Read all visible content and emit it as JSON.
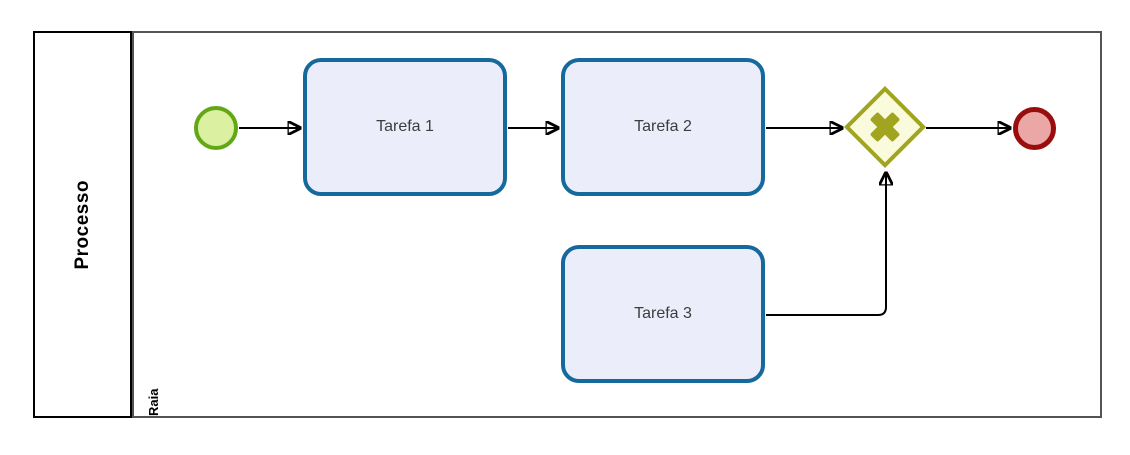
{
  "diagram": {
    "type": "bpmn-process",
    "pool": {
      "label": "Processo"
    },
    "lane": {
      "label": "Raia"
    },
    "nodes": {
      "start_event": {
        "type": "start-event",
        "label": ""
      },
      "task1": {
        "type": "task",
        "label": "Tarefa 1"
      },
      "task2": {
        "type": "task",
        "label": "Tarefa 2"
      },
      "task3": {
        "type": "task",
        "label": "Tarefa 3"
      },
      "gateway": {
        "type": "exclusive-gateway",
        "marker": "X",
        "label": ""
      },
      "end_event": {
        "type": "end-event",
        "label": ""
      }
    },
    "flows": [
      {
        "from": "start_event",
        "to": "task1"
      },
      {
        "from": "task1",
        "to": "task2"
      },
      {
        "from": "task2",
        "to": "gateway"
      },
      {
        "from": "gateway",
        "to": "end_event"
      },
      {
        "from": "task3",
        "to": "gateway"
      }
    ],
    "colors": {
      "start_event_fill": "#dcf0a2",
      "start_event_stroke": "#62a716",
      "task_fill": "#ebeefa",
      "task_stroke": "#16699c",
      "gateway_fill": "#fafadc",
      "gateway_stroke": "#a0a41f",
      "end_event_fill": "#eba6a6",
      "end_event_stroke": "#990d0d",
      "pool_border": "#000000",
      "lane_border": "#545454",
      "connector": "#000000"
    }
  }
}
